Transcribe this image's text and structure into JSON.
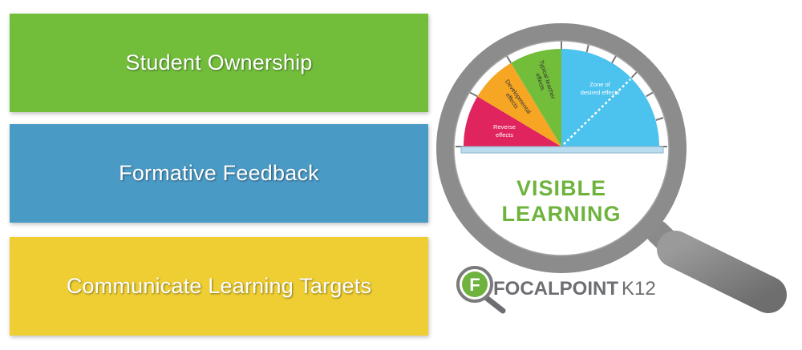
{
  "banners": [
    {
      "label": "Student Ownership",
      "color": "#72be3b"
    },
    {
      "label": "Formative Feedback",
      "color": "#4a9ac6"
    },
    {
      "label": "Communicate Learning Targets",
      "color": "#eece33"
    }
  ],
  "gauge": {
    "zones": [
      {
        "label_line1": "Reverse",
        "label_line2": "effects",
        "color": "#e0245e"
      },
      {
        "label_line1": "Developmental",
        "label_line2": "effects",
        "color": "#f6a623"
      },
      {
        "label_line1": "Typical teacher",
        "label_line2": "effects",
        "color": "#72be3b"
      },
      {
        "label_line1": "Zone of",
        "label_line2": "desired effects",
        "color": "#4cc2ee"
      }
    ]
  },
  "visible_learning": {
    "line1": "VISIBLE",
    "line2": "LEARNING",
    "color": "#6fb33f"
  },
  "logo": {
    "icon_letter": "F",
    "name": "FOCALPOINT",
    "suffix": "K12"
  },
  "icons": {
    "magnifier": "magnifying-glass-icon",
    "logo_magnifier": "focalpoint-logo-icon"
  }
}
